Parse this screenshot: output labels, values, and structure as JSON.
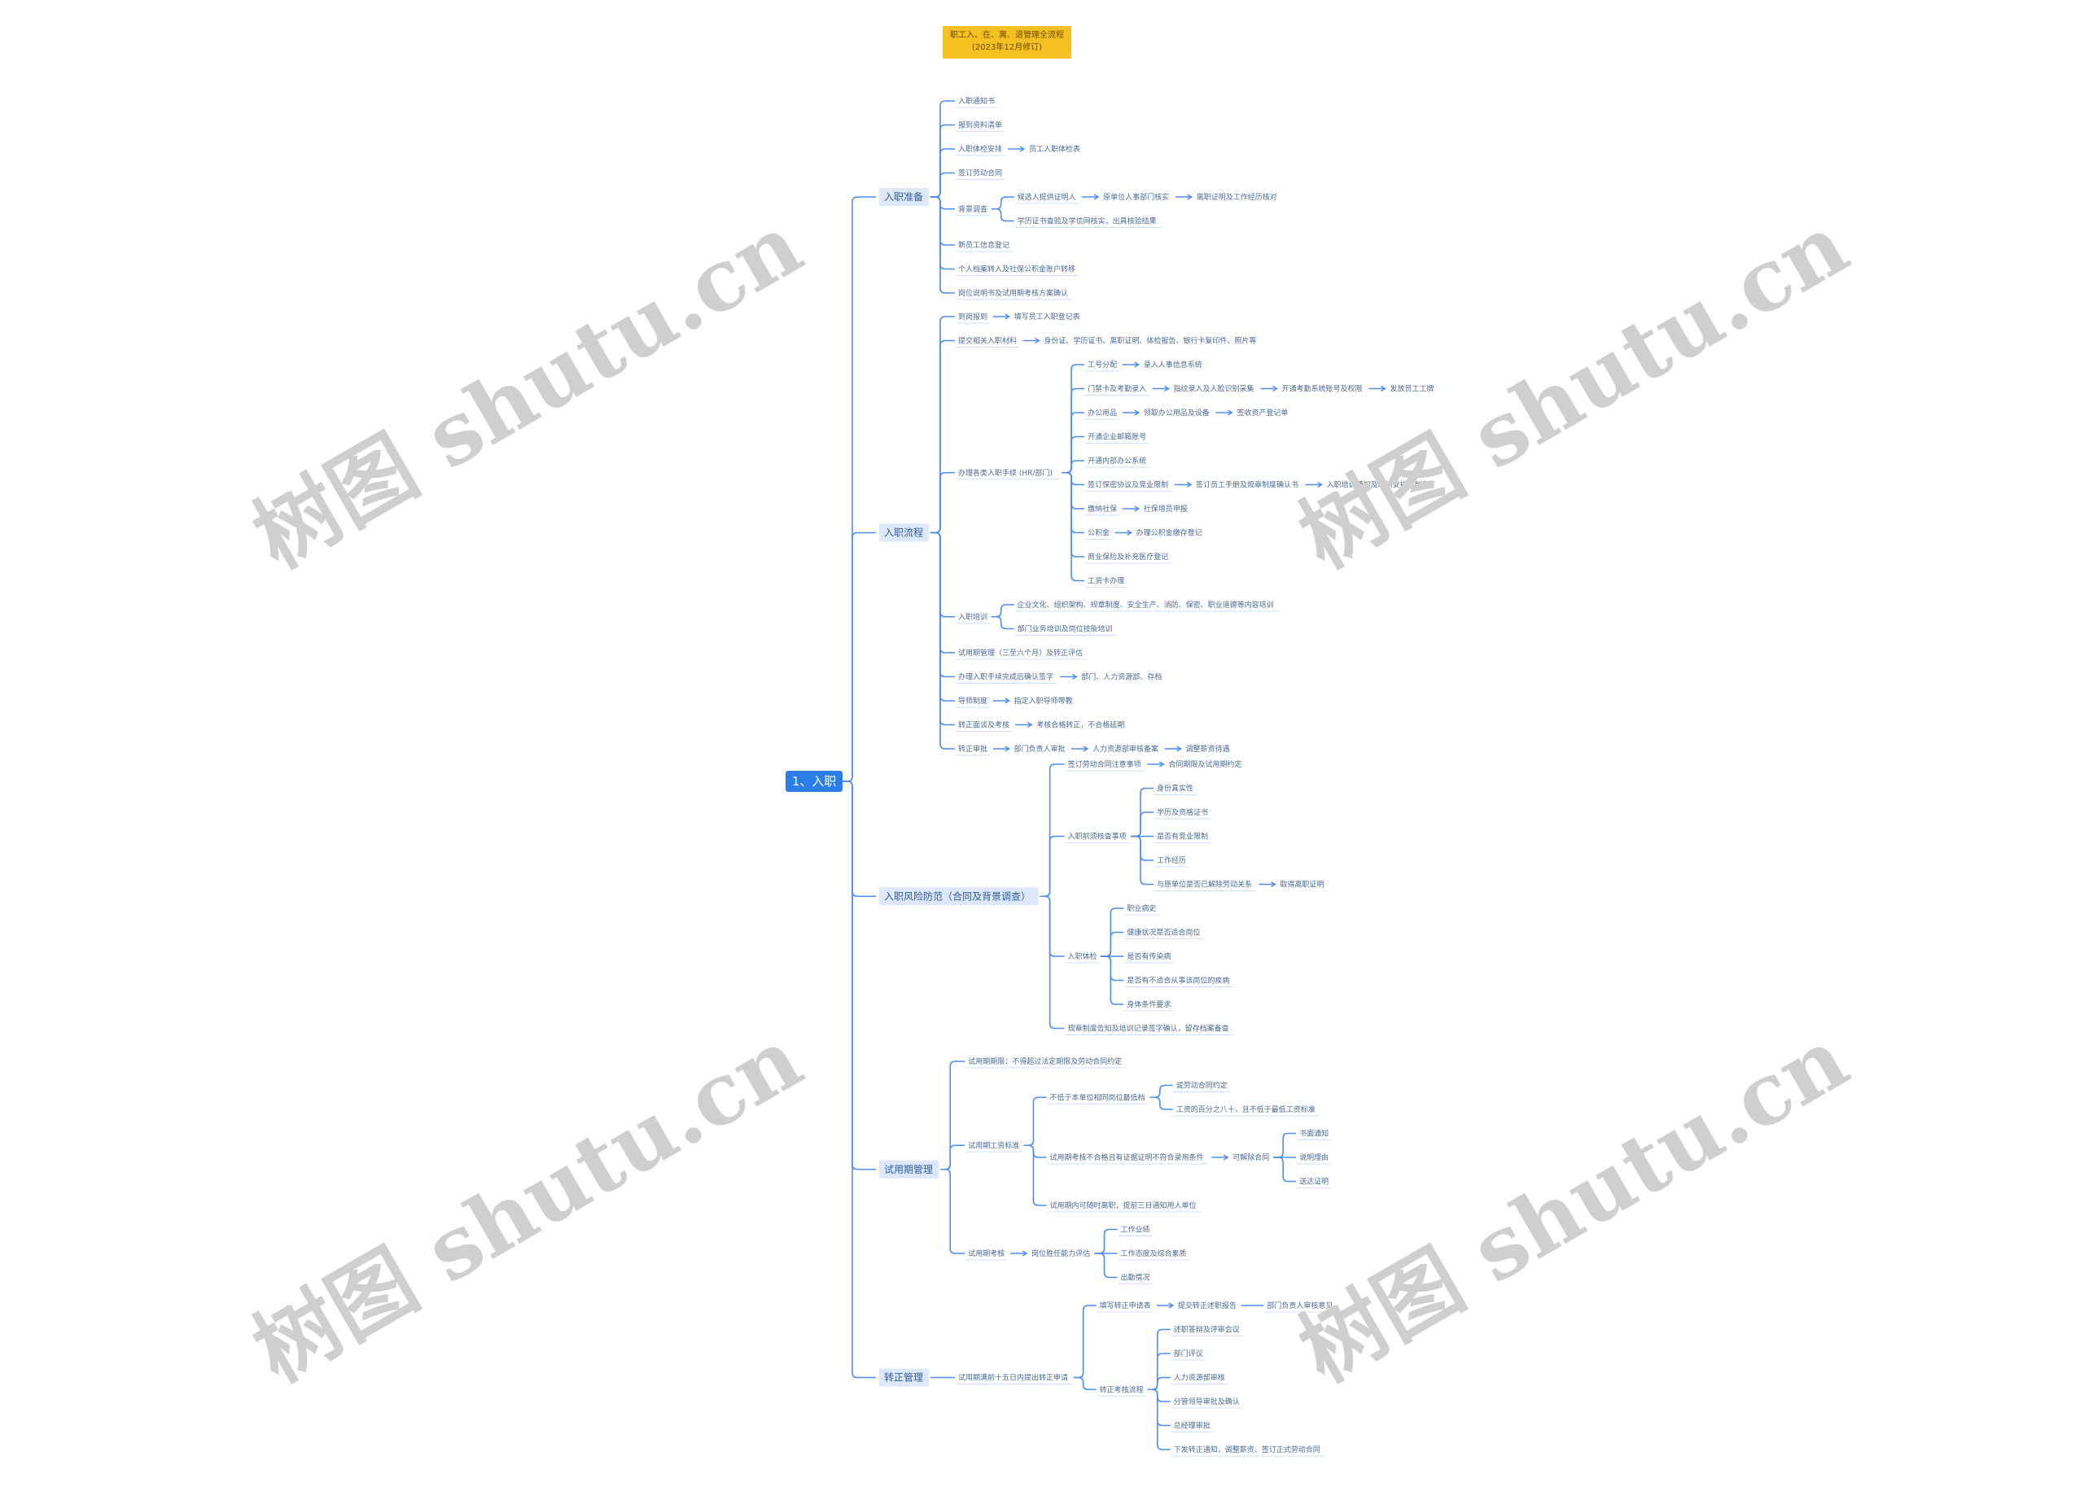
{
  "title": "职工入、在、离、退管理全流程 (2023年12月修订)",
  "watermark": "树图 shutu.cn",
  "colors": {
    "line": "#4f8df0",
    "root": "#2b7de9",
    "l1_bg": "#dde8fb",
    "title_bg": "#f5c021"
  },
  "root": {
    "label": "1、入职",
    "children": [
      {
        "label": "入职准备",
        "children": [
          {
            "label": "入职通知书"
          },
          {
            "label": "报到资料清单"
          },
          {
            "label": "入职体检安排",
            "chain": [
              "员工入职体检表"
            ]
          },
          {
            "label": "签订劳动合同"
          },
          {
            "label": "背景调查",
            "children": [
              {
                "label": "候选人提供证明人",
                "chain": [
                  "原单位人事部门核实",
                  "离职证明及工作经历核对"
                ]
              },
              {
                "label": "学历证书查验及学信网核实，出具核验结果"
              }
            ]
          },
          {
            "label": "新员工信息登记"
          },
          {
            "label": "个人档案转入及社保公积金账户转移"
          },
          {
            "label": "岗位说明书及试用期考核方案确认"
          }
        ]
      },
      {
        "label": "入职流程",
        "children": [
          {
            "label": "到岗报到",
            "chain": [
              "填写员工入职登记表"
            ]
          },
          {
            "label": "提交相关入职材料",
            "chain": [
              "身份证、学历证书、离职证明、体检报告、银行卡复印件、照片等"
            ]
          },
          {
            "label": "办理各类入职手续 (HR/部门)",
            "children": [
              {
                "label": "工号分配",
                "chain": [
                  "录入人事信息系统"
                ]
              },
              {
                "label": "门禁卡及考勤录入",
                "chain": [
                  "指纹录入及人脸识别采集",
                  "开通考勤系统账号及权限",
                  "发放员工工牌"
                ]
              },
              {
                "label": "办公用品",
                "chain": [
                  "领取办公用品及设备",
                  "签收资产登记单"
                ]
              },
              {
                "label": "开通企业邮箱账号"
              },
              {
                "label": "开通内部办公系统"
              },
              {
                "label": "签订保密协议及竞业限制",
                "chain": [
                  "签订员工手册及规章制度确认书",
                  "入职培训通知及培训安排计划表"
                ]
              },
              {
                "label": "缴纳社保",
                "chain": [
                  "社保增员申报"
                ]
              },
              {
                "label": "公积金",
                "chain": [
                  "办理公积金缴存登记"
                ]
              },
              {
                "label": "商业保险及补充医疗登记"
              },
              {
                "label": "工资卡办理"
              }
            ]
          },
          {
            "label": "入职培训",
            "children": [
              {
                "label": "企业文化、组织架构、规章制度、安全生产、消防、保密、职业道德等内容培训"
              },
              {
                "label": "部门业务培训及岗位技能培训"
              }
            ]
          },
          {
            "label": "试用期管理（三至六个月）及转正评估"
          },
          {
            "label": "办理入职手续完成后确认签字",
            "chain": [
              "部门、人力资源部、存档"
            ]
          },
          {
            "label": "导师制度",
            "chain": [
              "指定入职导师带教"
            ]
          },
          {
            "label": "转正面谈及考核",
            "chain": [
              "考核合格转正，不合格延期"
            ]
          },
          {
            "label": "转正审批",
            "chain": [
              "部门负责人审批",
              "人力资源部审核备案",
              "调整薪资待遇"
            ]
          }
        ]
      },
      {
        "label": "入职风险防范（合同及背景调查）",
        "children": [
          {
            "label": "签订劳动合同注意事项",
            "chain": [
              "合同期限及试用期约定"
            ]
          },
          {
            "label": "入职前须核查事项",
            "children": [
              {
                "label": "身份真实性"
              },
              {
                "label": "学历及资格证书"
              },
              {
                "label": "是否有竞业限制"
              },
              {
                "label": "工作经历"
              },
              {
                "label": "与原单位是否已解除劳动关系",
                "chain": [
                  "取得离职证明"
                ]
              }
            ]
          },
          {
            "label": "入职体检",
            "children": [
              {
                "label": "职业病史"
              },
              {
                "label": "健康状况是否适合岗位"
              },
              {
                "label": "是否有传染病"
              },
              {
                "label": "是否有不适合从事该岗位的疾病"
              },
              {
                "label": "身体条件要求"
              }
            ]
          },
          {
            "label": "规章制度告知及培训记录签字确认，留存档案备查"
          }
        ]
      },
      {
        "label": "试用期管理",
        "children": [
          {
            "label": "试用期期限：不得超过法定期限及劳动合同约定"
          },
          {
            "label": "试用期工资标准",
            "children": [
              {
                "label": "不低于本单位相同岗位最低档",
                "children": [
                  {
                    "label": "或劳动合同约定"
                  },
                  {
                    "label": "工资的百分之八十，且不低于最低工资标准"
                  }
                ]
              },
              {
                "label": "试用期考核不合格且有证据证明不符合录用条件",
                "chain": [
                  "可解除合同"
                ],
                "children": [
                  {
                    "label": "书面通知"
                  },
                  {
                    "label": "说明理由"
                  },
                  {
                    "label": "送达证明"
                  }
                ]
              },
              {
                "label": "试用期内可随时离职，提前三日通知用人单位"
              }
            ]
          },
          {
            "label": "试用期考核",
            "chain": [
              "岗位胜任能力评估"
            ],
            "children": [
              {
                "label": "工作业绩"
              },
              {
                "label": "工作态度及综合素质"
              },
              {
                "label": "出勤情况"
              }
            ]
          }
        ]
      },
      {
        "label": "转正管理",
        "children": [
          {
            "label": "试用期满前十五日内提出转正申请",
            "children": [
              {
                "label": "填写转正申请表",
                "chain": [
                  "提交转正述职报告"
                ],
                "children2": [
                  {
                    "label": "部门负责人审核意见"
                  }
                ]
              },
              {
                "label": "转正考核流程",
                "children": [
                  {
                    "label": "述职答辩及评审会议"
                  },
                  {
                    "label": "部门评议"
                  },
                  {
                    "label": "人力资源部审核"
                  },
                  {
                    "label": "分管领导审批及确认"
                  },
                  {
                    "label": "总经理审批"
                  },
                  {
                    "label": "下发转正通知，调整薪资、签订正式劳动合同"
                  }
                ]
              }
            ]
          }
        ]
      }
    ]
  }
}
